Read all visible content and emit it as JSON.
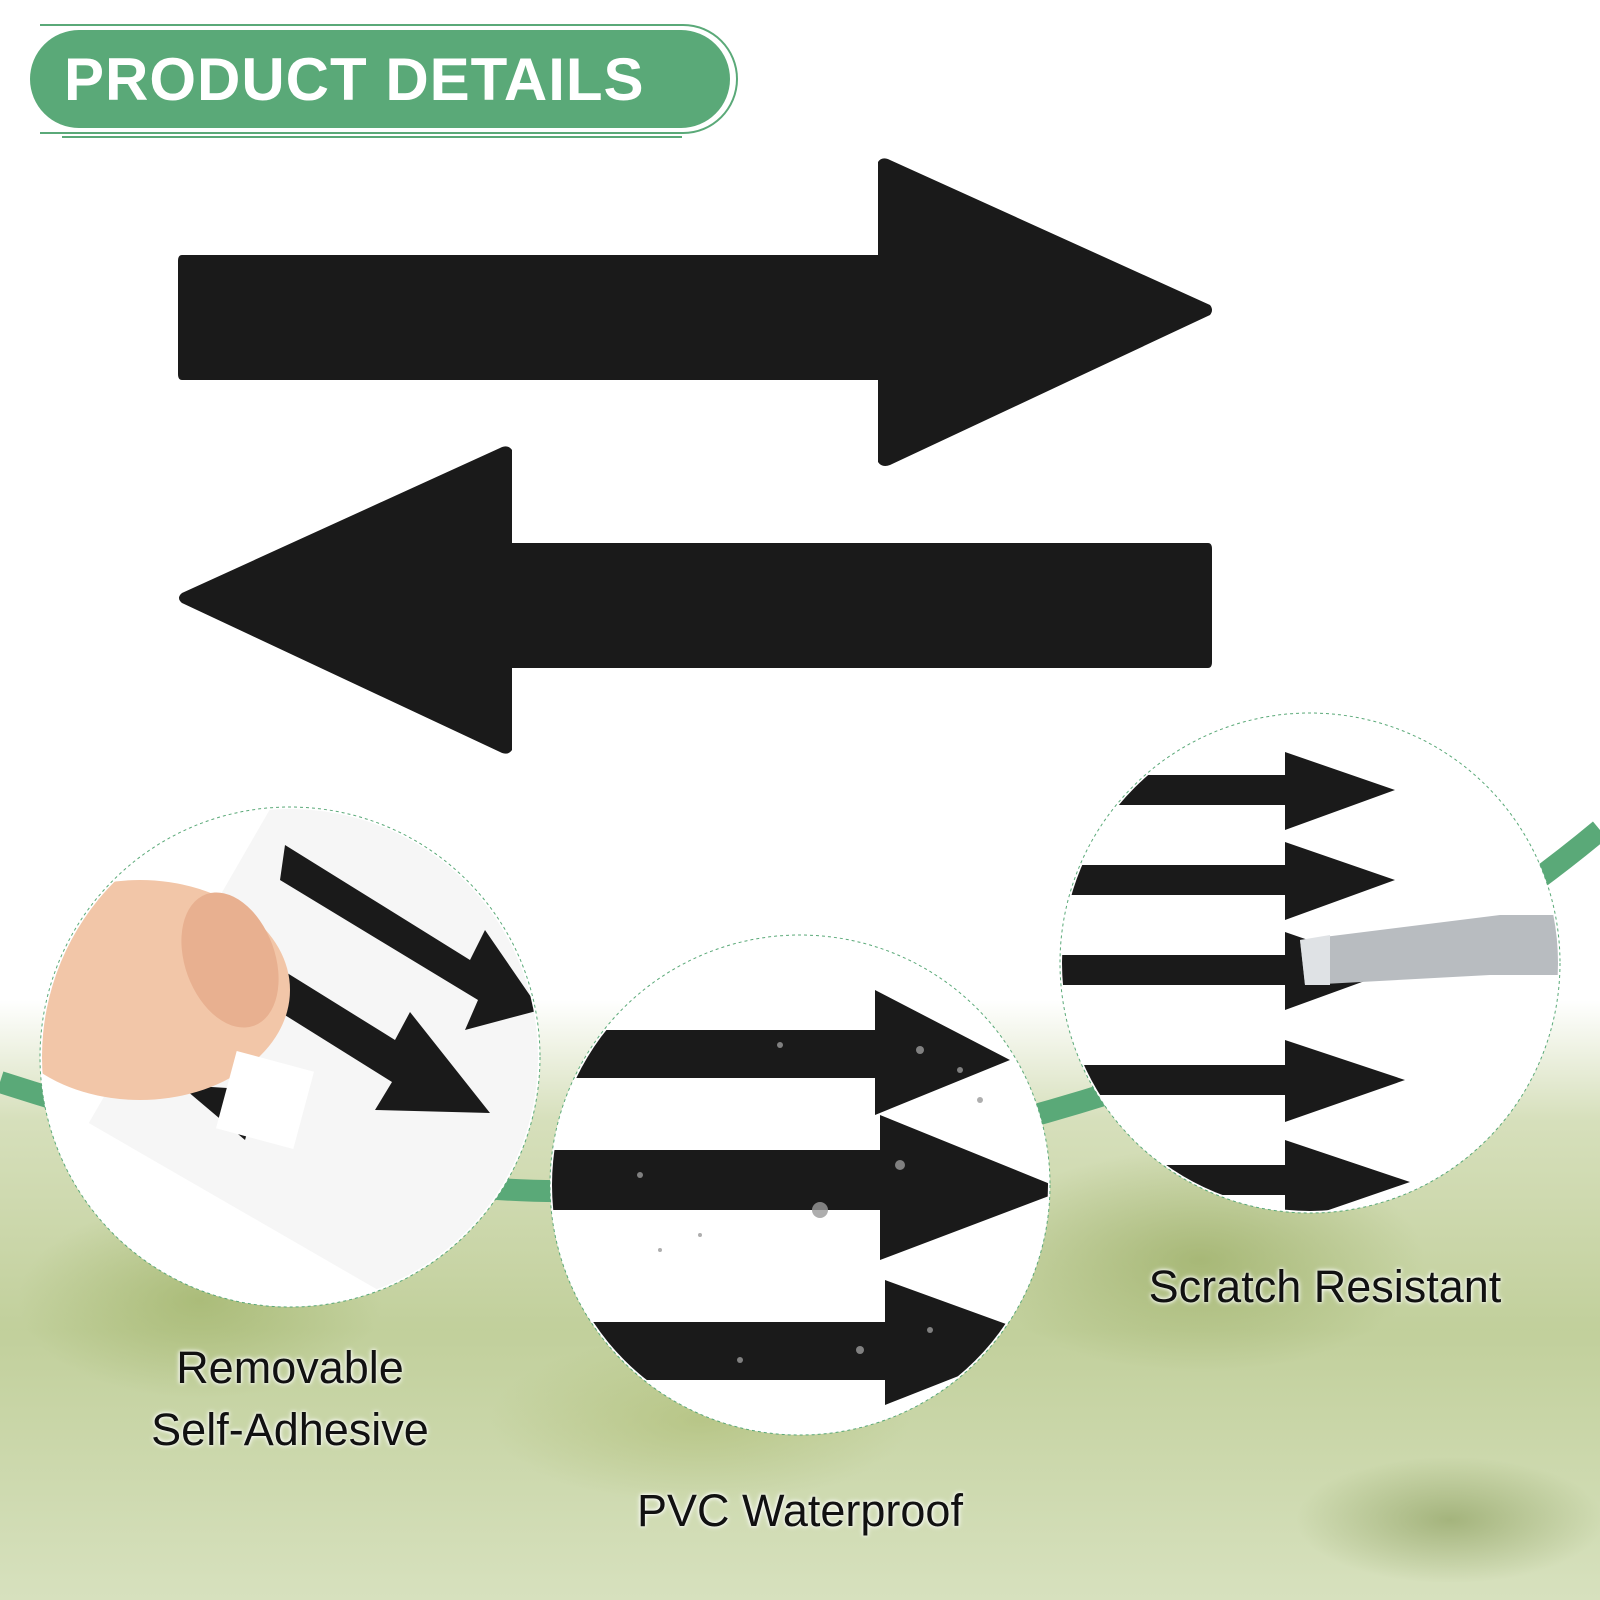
{
  "header": {
    "title": "PRODUCT DETAILS"
  },
  "features": [
    {
      "label_line1": "Removable",
      "label_line2": "Self-Adhesive"
    },
    {
      "label": "PVC Waterproof"
    },
    {
      "label": "Scratch Resistant"
    }
  ],
  "colors": {
    "accent": "#5aa978",
    "arrow": "#1a1a1a"
  }
}
